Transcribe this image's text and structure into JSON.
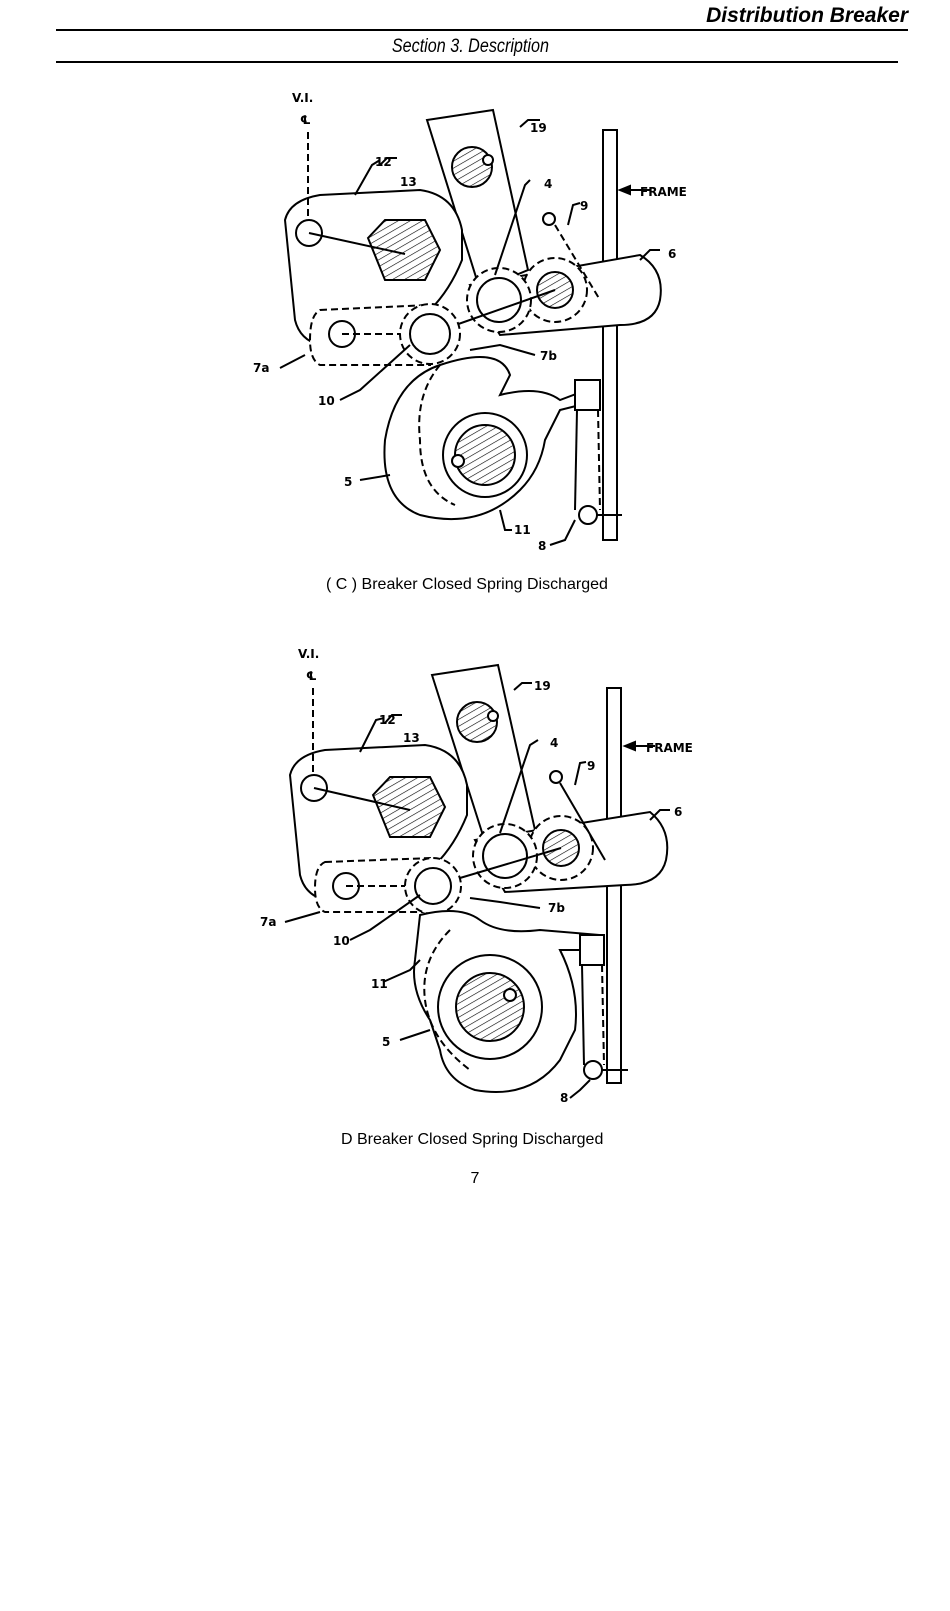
{
  "header": {
    "title": "Distribution Breaker",
    "section": "Section 3. Description"
  },
  "figure_c": {
    "caption": "( C )  Breaker Closed Spring Discharged",
    "labels": {
      "vi": "V.I.",
      "cl": "℄",
      "frame": "FRAME",
      "l19": "19",
      "l12": "12",
      "l13": "13",
      "l4": "4",
      "l9": "9",
      "l6": "6",
      "l7a": "7a",
      "l7b": "7b",
      "l10": "10",
      "l5": "5",
      "l11": "11",
      "l8": "8"
    }
  },
  "figure_d": {
    "caption": "D    Breaker Closed Spring Discharged",
    "labels": {
      "vi": "V.I.",
      "cl": "℄",
      "frame": "FRAME",
      "l19": "19",
      "l12": "12",
      "l13": "13",
      "l4": "4",
      "l9": "9",
      "l6": "6",
      "l7a": "7a",
      "l7b": "7b",
      "l10": "10",
      "l11": "11",
      "l5": "5",
      "l8": "8"
    }
  },
  "page_number": "7"
}
